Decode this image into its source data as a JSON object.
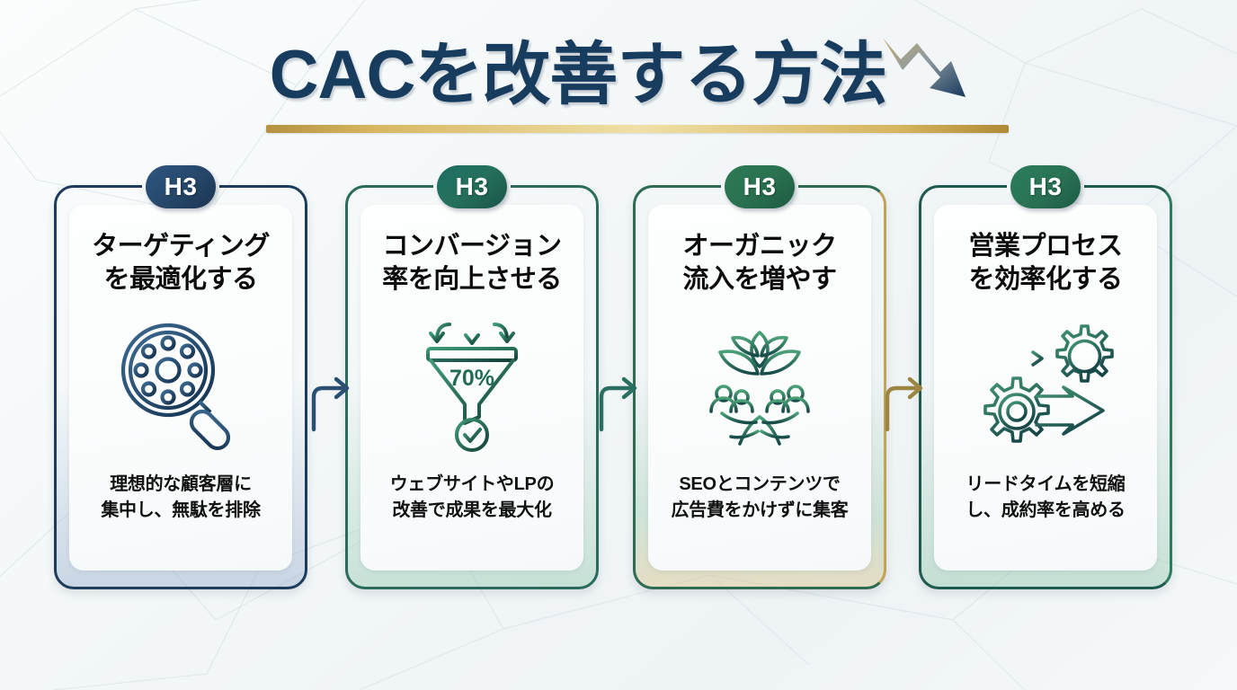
{
  "header": {
    "title": "CACを改善する方法",
    "arrow_icon": "downtrend-arrow-icon",
    "underline_color": "#d8b863",
    "title_color": "#173c5e"
  },
  "cards": [
    {
      "badge": "H3",
      "badge_color": "#27486c",
      "title": "ターゲティング\nを最適化する",
      "icon": "magnifier-target-icon",
      "icon_color": "#1d3c5c",
      "description": "理想的な顧客層に\n集中し、無駄を排除",
      "accent_color": "#1d3c5c"
    },
    {
      "badge": "H3",
      "badge_color": "#25705c",
      "title": "コンバージョン\n率を向上させる",
      "icon": "funnel-conversion-icon",
      "icon_label": "70%",
      "icon_color": "#2b6b5c",
      "description": "ウェブサイトやLPの\n改善で成果を最大化",
      "accent_color": "#2b6b5c"
    },
    {
      "badge": "H3",
      "badge_color": "#2a7150",
      "title": "オーガニック\n流入を増やす",
      "icon": "plant-growth-people-icon",
      "icon_color": "#2e6b52",
      "description": "SEOとコンテンツで\n広告費をかけずに集客",
      "accent_color": "#c0a457"
    },
    {
      "badge": "H3",
      "badge_color": "#2a7355",
      "title": "営業プロセス\nを効率化する",
      "icon": "gears-arrow-efficiency-icon",
      "icon_color": "#1e5a4e",
      "description": "リードタイムを短縮\nし、成約率を高める",
      "accent_color": "#1e5a4e"
    }
  ],
  "connectors": [
    {
      "icon": "elbow-arrow-right-icon",
      "color": "#2b4f73"
    },
    {
      "icon": "elbow-arrow-right-icon",
      "color": "#2a7061"
    },
    {
      "icon": "elbow-arrow-right-icon",
      "color": "#9c8542"
    }
  ]
}
